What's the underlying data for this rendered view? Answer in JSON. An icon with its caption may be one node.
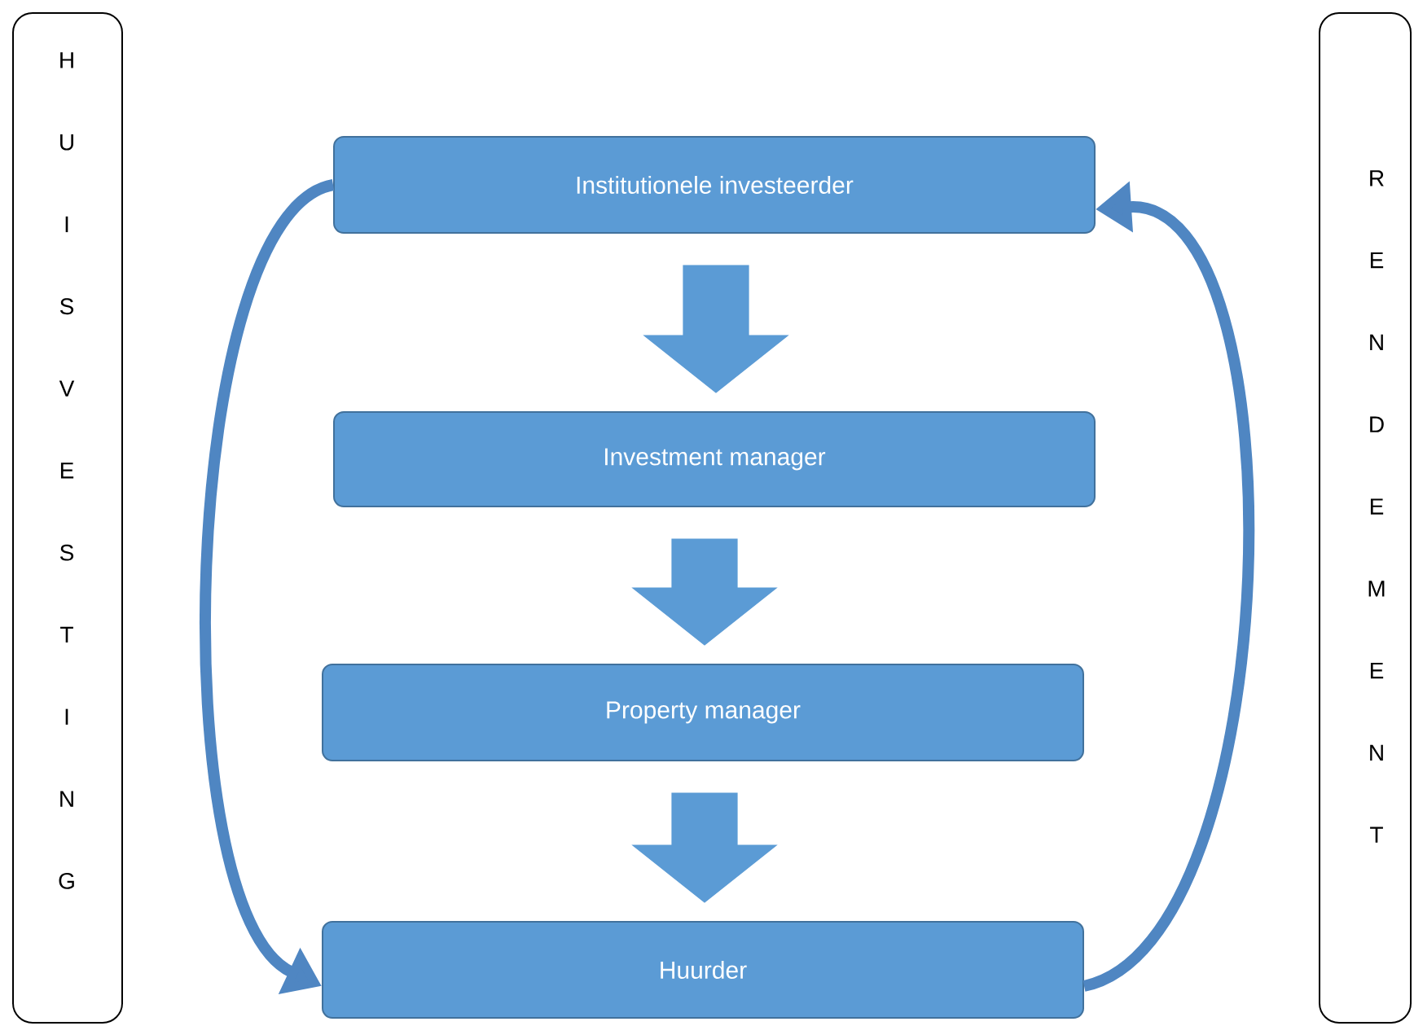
{
  "diagram": {
    "nodes": [
      {
        "text": [
          "H U I S V E S T I N G"
        ]
      },
      {
        "text": [
          "Institutionele investeerder"
        ]
      },
      {
        "text": [
          "Investment manager"
        ]
      },
      {
        "text": [
          "Property manager"
        ]
      },
      {
        "text": [
          "Huurder"
        ]
      },
      {
        "text": [
          "R E N D E M E N T"
        ]
      }
    ],
    "edges": [
      {
        "from": 1,
        "to": 2,
        "arrow": "to"
      },
      {
        "from": 2,
        "to": 3,
        "arrow": "to"
      },
      {
        "from": 3,
        "to": 4,
        "arrow": "to"
      },
      {
        "from": 1,
        "to": 4,
        "arrow": "to"
      },
      {
        "from": 4,
        "to": 1,
        "arrow": "to"
      }
    ]
  }
}
